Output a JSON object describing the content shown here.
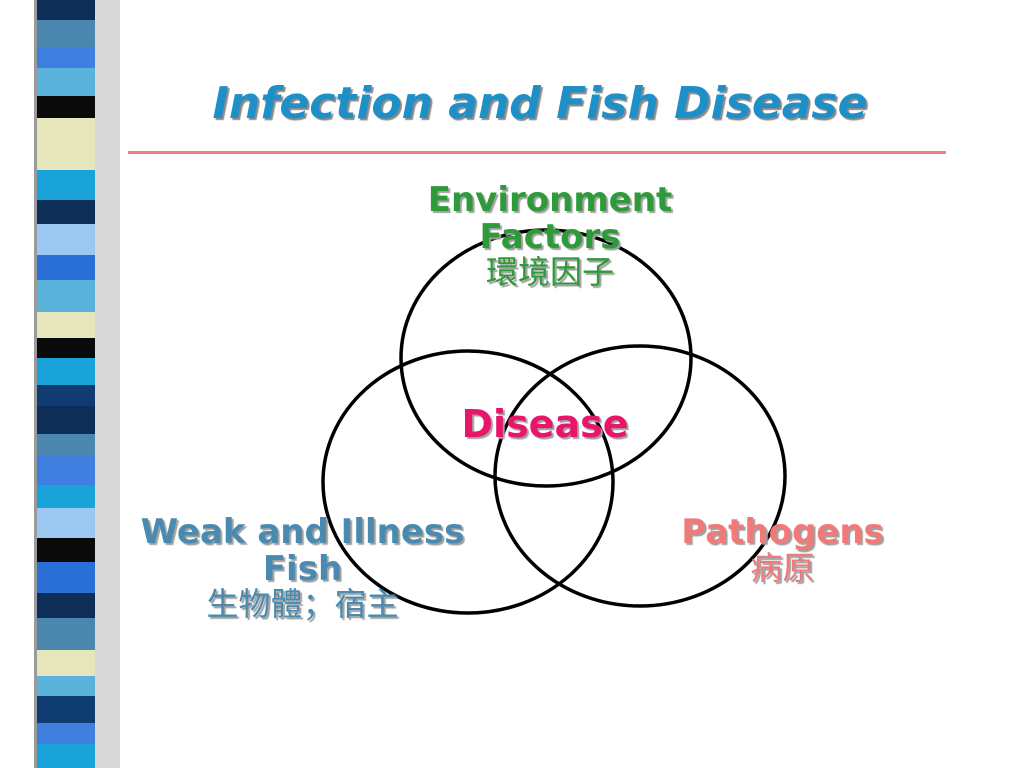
{
  "slide": {
    "title": "Infection and  Fish Disease"
  },
  "diagram": {
    "top_label": {
      "line1": "Environment",
      "line2": "Factors",
      "line3": "環境因子"
    },
    "left_label": {
      "line1": "Weak and Illness",
      "line2": "Fish",
      "line3": "生物體；宿主"
    },
    "right_label": {
      "line1": "Pathogens",
      "line2": "病原"
    },
    "center_label": "Disease"
  },
  "colors": {
    "title": "#1f8fc8",
    "divider": "#f08080",
    "environment": "#2e9a3a",
    "host": "#4a8ab0",
    "pathogen": "#f07a7a",
    "disease": "#e8166b",
    "circle_stroke": "#000000"
  }
}
